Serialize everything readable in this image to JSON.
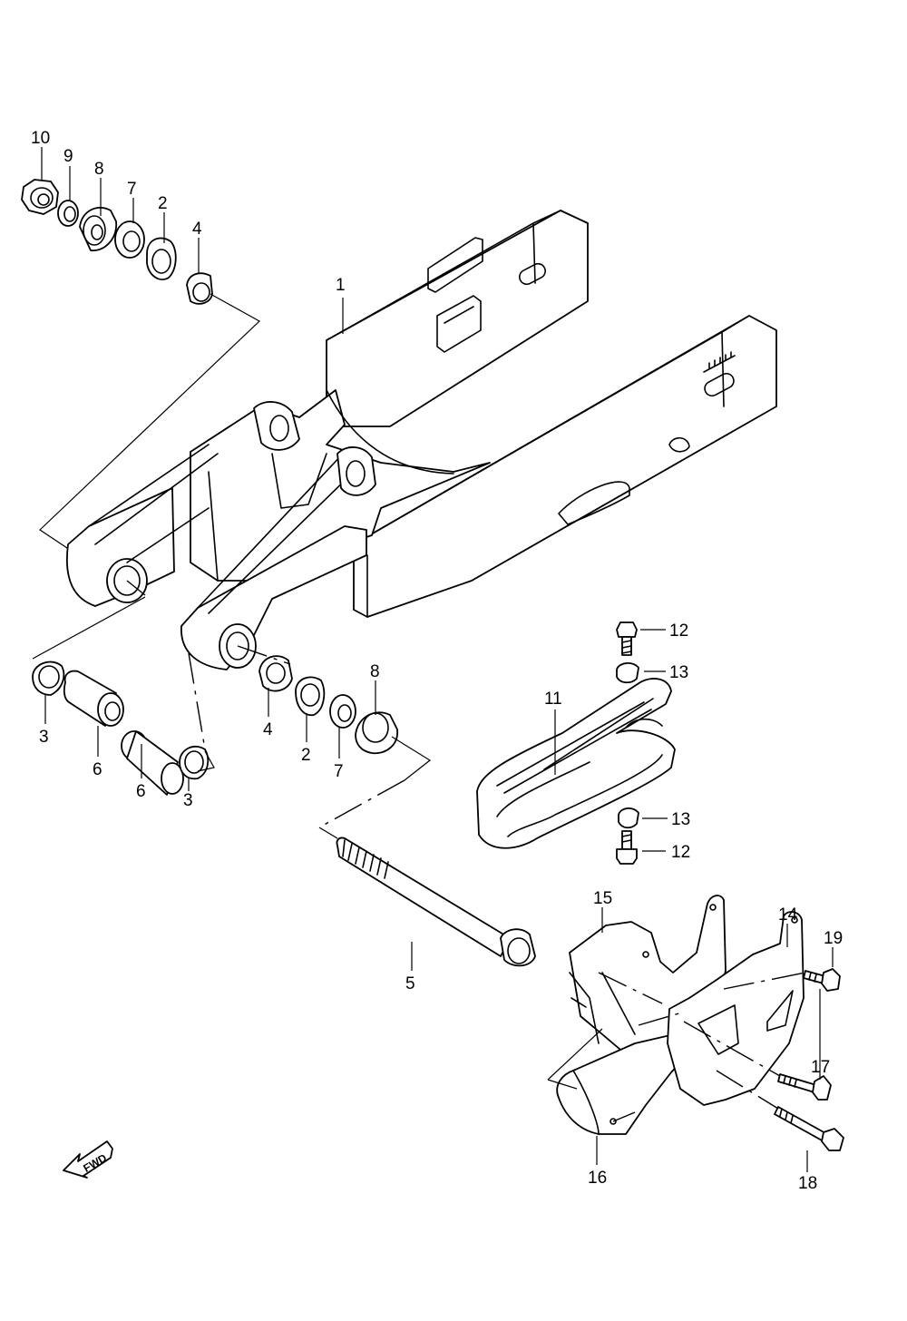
{
  "diagram": {
    "callouts": {
      "c1": "1",
      "c2a": "2",
      "c2b": "2",
      "c3a": "3",
      "c3b": "3",
      "c4a": "4",
      "c4b": "4",
      "c5": "5",
      "c6a": "6",
      "c6b": "6",
      "c7a": "7",
      "c7b": "7",
      "c8a": "8",
      "c8b": "8",
      "c9": "9",
      "c10": "10",
      "c11": "11",
      "c12a": "12",
      "c12b": "12",
      "c13a": "13",
      "c13b": "13",
      "c14": "14",
      "c15": "15",
      "c16": "16",
      "c17": "17",
      "c18": "18",
      "c19": "19"
    },
    "fwd_label": "FWD"
  }
}
